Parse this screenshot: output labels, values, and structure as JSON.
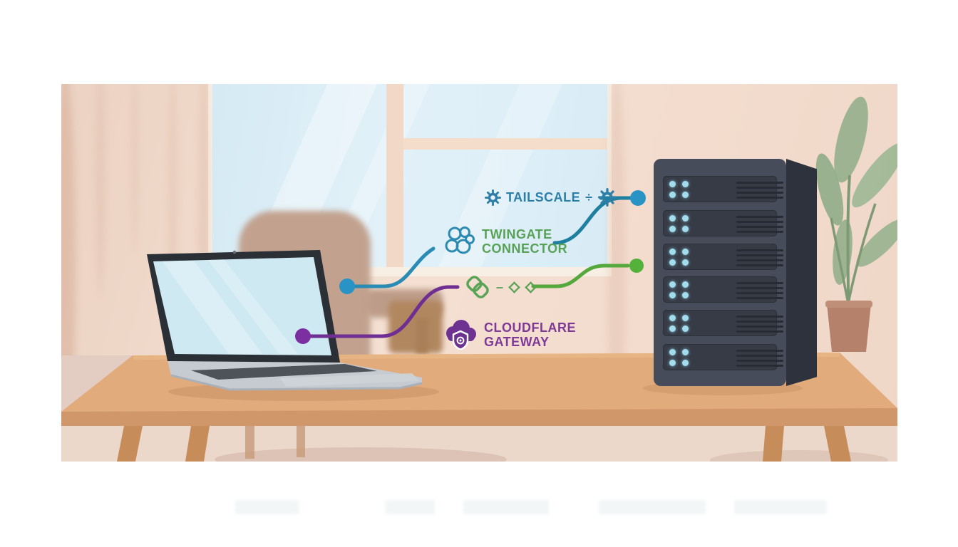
{
  "scene": {
    "description": "flat illustration of a home office: laptop on a wooden desk connected to a server tower, with window, armchair and plant in background"
  },
  "labels": {
    "tailscale": {
      "text": "TAILSCALE",
      "separator": "÷"
    },
    "twingate": {
      "line1": "TWINGATE",
      "line2": "CONNECTOR"
    },
    "link": {
      "dash": "–"
    },
    "cloudflare": {
      "line1": "CLOUDFLARE",
      "line2": "GATEWAY"
    }
  },
  "colors": {
    "tailscale_text": "#2e7fa8",
    "twingate_text": "#58a257",
    "cloudflare_text": "#7d3a96",
    "line_teal_laptop": "#2a8cb4",
    "line_teal_server": "#1f7f9e",
    "line_green": "#55a93c",
    "line_purple": "#6f2f92",
    "dot_teal": "#2a93c6",
    "dot_green": "#54b23a",
    "dot_purple": "#7b2fa0",
    "server_body": "#464c59",
    "server_led": "#a3dcec",
    "desk": "#e2ab7c",
    "wall": "#f3ddcf",
    "window_glass": "#d9edf6"
  },
  "server": {
    "unit_count": 6,
    "leds_per_unit": 4,
    "vents_per_unit": 4,
    "unit_tops": [
      24,
      72,
      119,
      165,
      212,
      260
    ]
  },
  "connections": [
    {
      "from": "laptop",
      "to": "twingate-connector-icon",
      "color": "#2a8cb4"
    },
    {
      "from": "twingate-connector-label",
      "to": "server",
      "color": "#1f7f9e"
    },
    {
      "from": "laptop",
      "to": "link-icon",
      "color": "#6f2f92"
    },
    {
      "from": "link-icon",
      "to": "server",
      "color": "#55a93c"
    }
  ]
}
